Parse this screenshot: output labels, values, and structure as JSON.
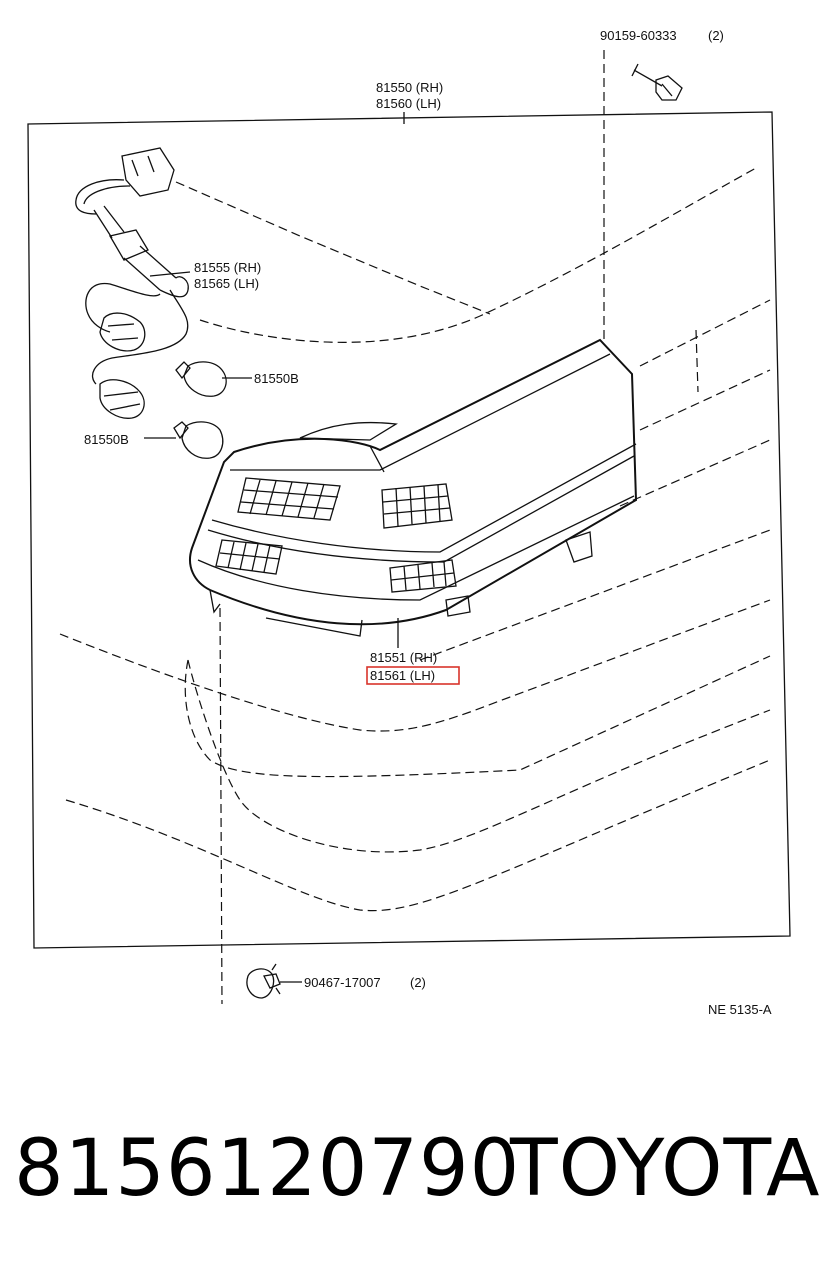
{
  "labels": {
    "bolt_top": "90159-60333",
    "bolt_top_qty": "(2)",
    "assy_rh": "81550 (RH)",
    "assy_lh": "81560 (LH)",
    "socket_rh": "81555 (RH)",
    "socket_lh": "81565 (LH)",
    "bulb_a": "81550B",
    "bulb_b": "81550B",
    "lens_rh": "81551 (RH)",
    "lens_lh": "81561 (LH)",
    "clip_bottom": "90467-17007",
    "clip_bottom_qty": "(2)",
    "figure_code": "NE 5135-A"
  },
  "highlight": {
    "color": "#d9342b",
    "target": "81561 (LH)"
  },
  "footer": {
    "part_number": "8156120790",
    "brand": "TOYOTA"
  }
}
